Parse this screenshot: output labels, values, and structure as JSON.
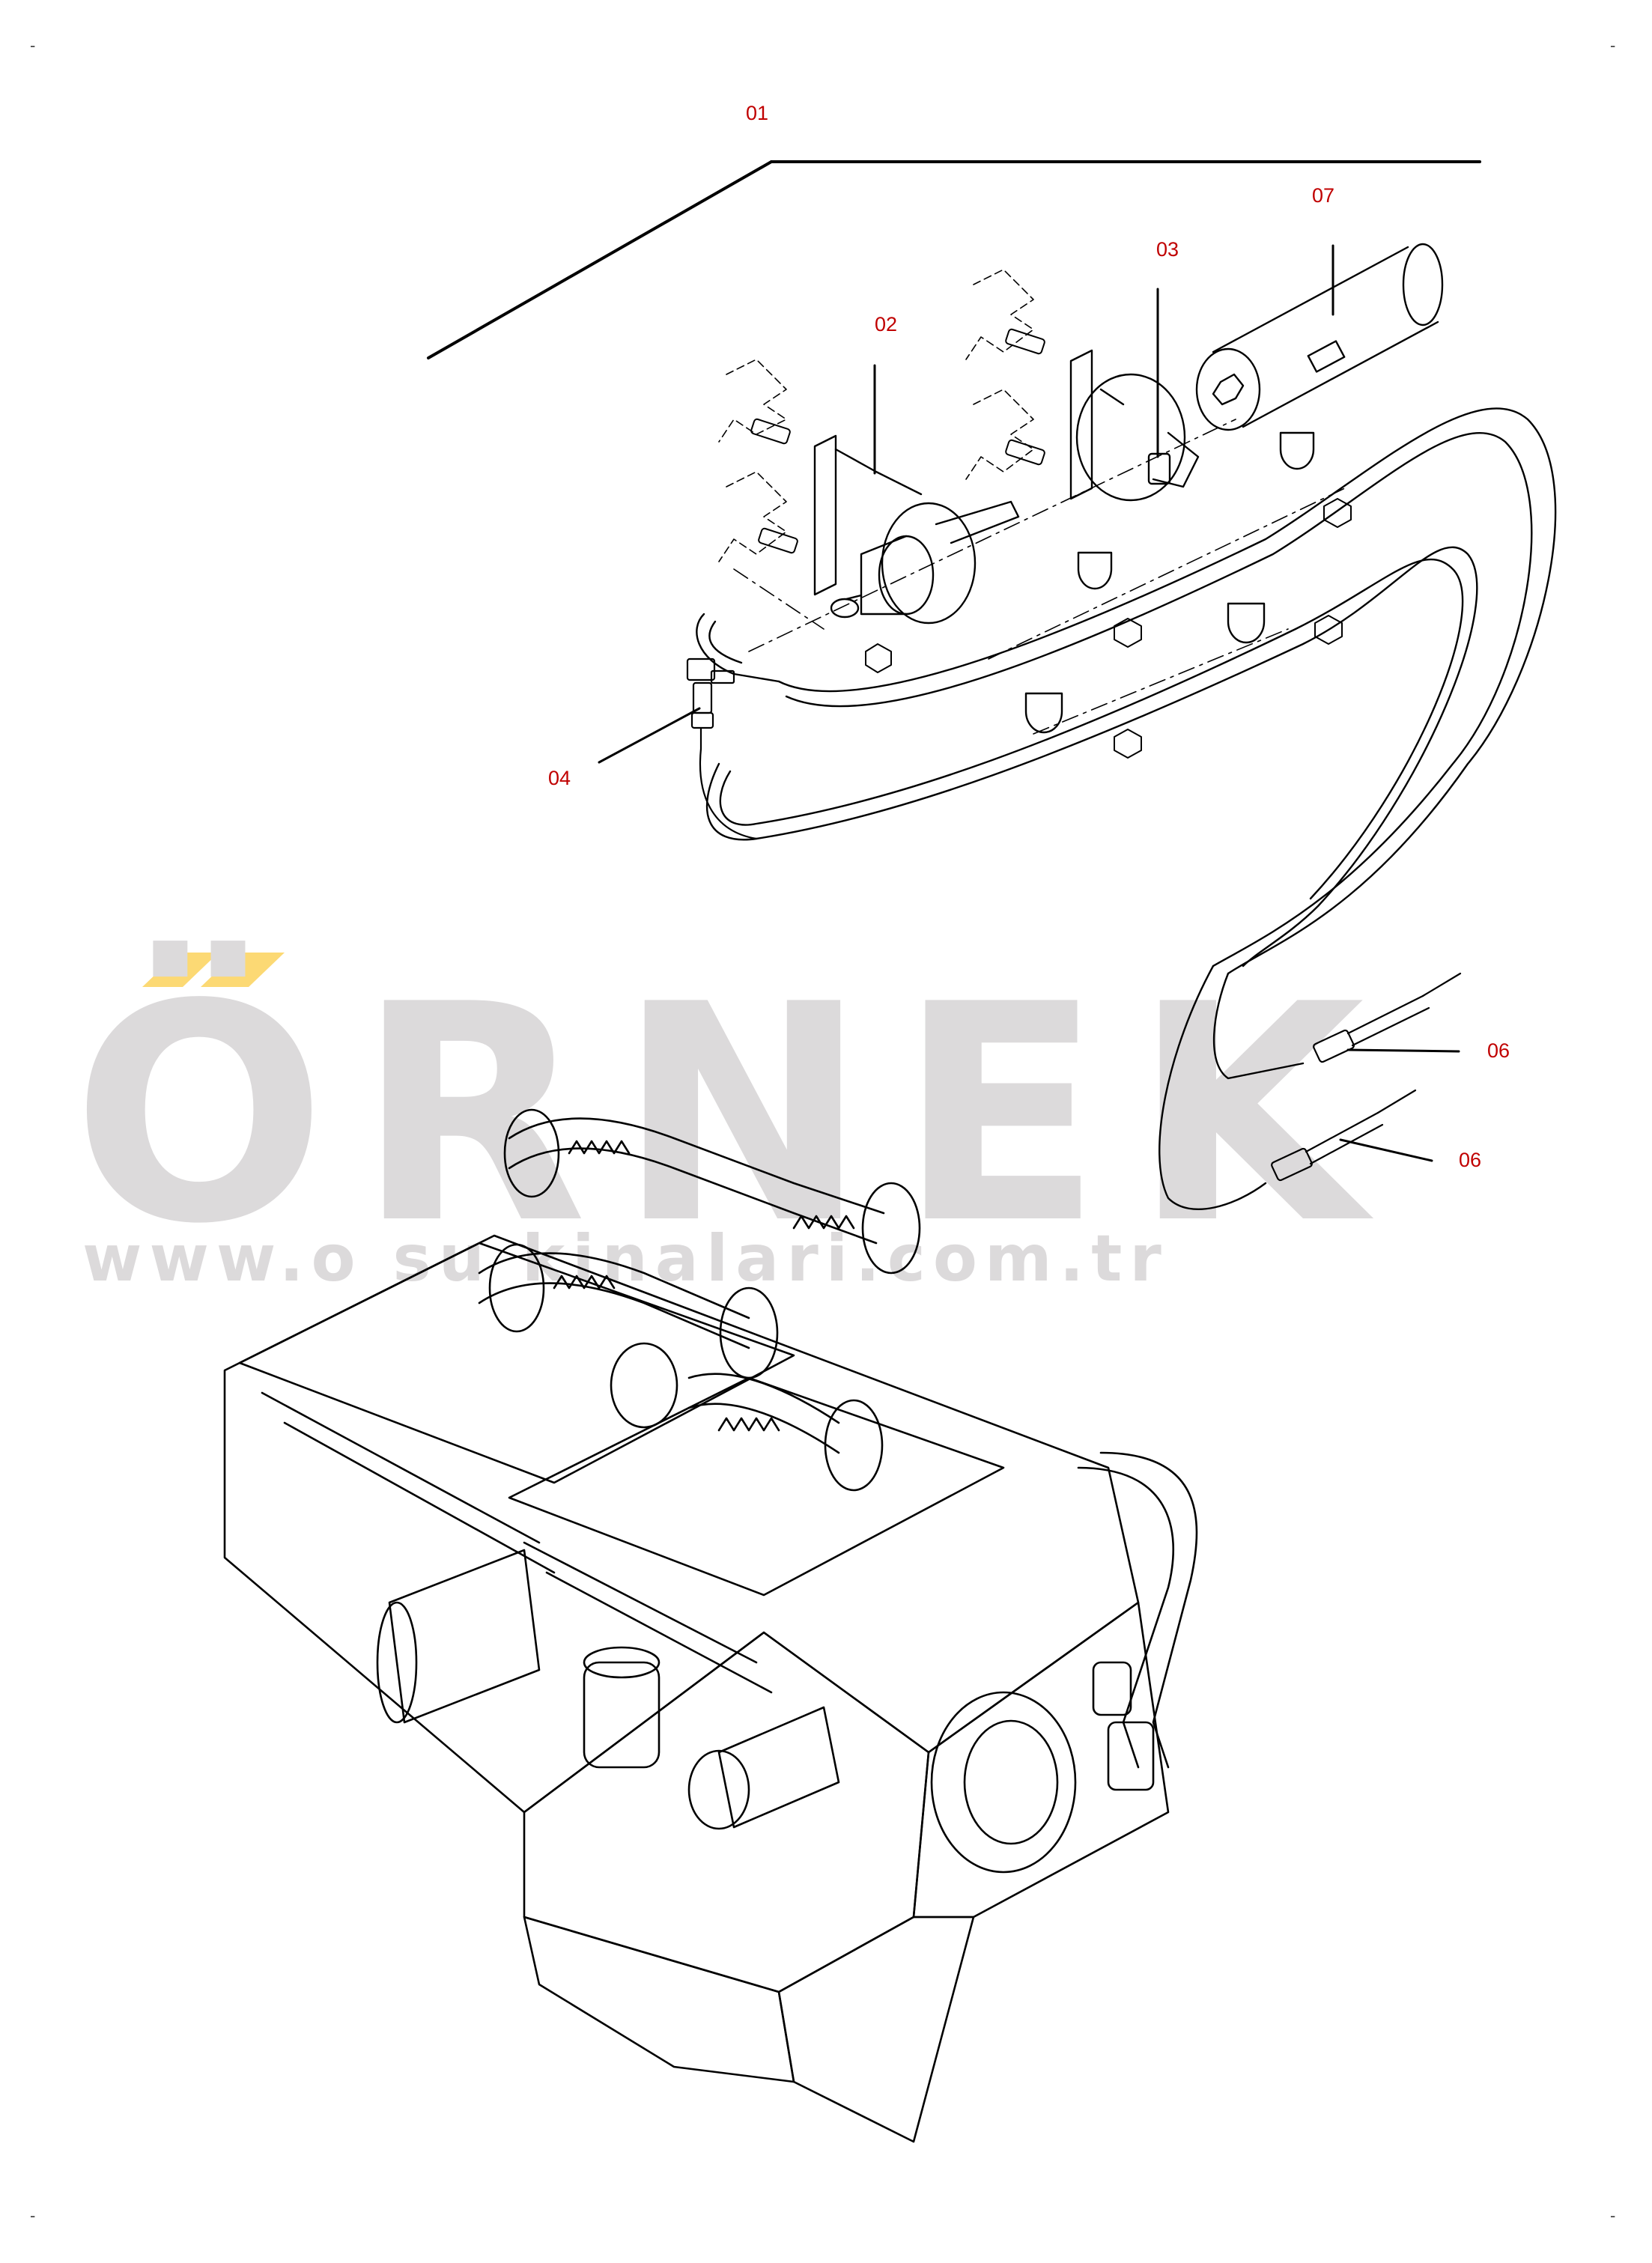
{
  "watermark": {
    "brand": "ÖRNEK",
    "url": "www.o    su      kinalari.com.tr",
    "accent_color": "#fcd974",
    "text_color": "#dcdadb"
  },
  "callouts": {
    "c01": "01",
    "c02": "02",
    "c03": "03",
    "c04": "04",
    "c06a": "06",
    "c06b": "06",
    "c07": "07"
  },
  "corner_marks": {
    "tl": "-",
    "tr": "-",
    "bl": "-",
    "br": "-"
  },
  "colors": {
    "callout": "#c00000",
    "line": "#000000"
  }
}
